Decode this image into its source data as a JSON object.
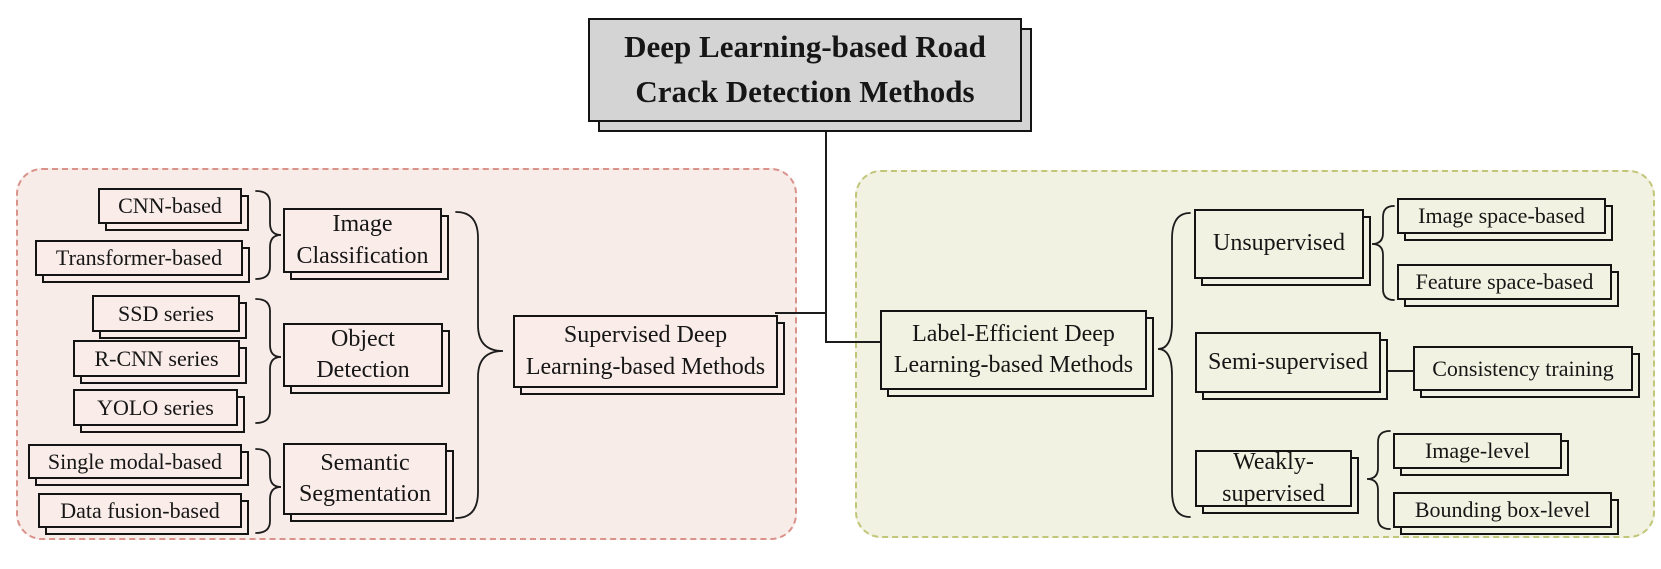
{
  "diagram": {
    "root": {
      "label": "Deep Learning-based Road\nCrack Detection Methods"
    },
    "supervised_branch": {
      "root": {
        "label": "Supervised Deep\nLearning-based Methods"
      },
      "groups": [
        {
          "category": {
            "label": "Image\nClassification"
          },
          "leaves": [
            {
              "label": "CNN-based"
            },
            {
              "label": "Transformer-based"
            }
          ]
        },
        {
          "category": {
            "label": "Object\nDetection"
          },
          "leaves": [
            {
              "label": "SSD series"
            },
            {
              "label": "R-CNN series"
            },
            {
              "label": "YOLO series"
            }
          ]
        },
        {
          "category": {
            "label": "Semantic\nSegmentation"
          },
          "leaves": [
            {
              "label": "Single modal-based"
            },
            {
              "label": "Data fusion-based"
            }
          ]
        }
      ]
    },
    "label_efficient_branch": {
      "root": {
        "label": "Label-Efficient Deep\nLearning-based Methods"
      },
      "groups": [
        {
          "category": {
            "label": "Unsupervised"
          },
          "leaves": [
            {
              "label": "Image space-based"
            },
            {
              "label": "Feature space-based"
            }
          ]
        },
        {
          "category": {
            "label": "Semi-supervised"
          },
          "leaves": [
            {
              "label": "Consistency training"
            }
          ]
        },
        {
          "category": {
            "label": "Weakly-\nsupervised"
          },
          "leaves": [
            {
              "label": "Image-level"
            },
            {
              "label": "Bounding box-level"
            }
          ]
        }
      ]
    },
    "colors": {
      "title_fill": "#d4d4d4",
      "left_panel_fill": "#f8ece9",
      "left_panel_border": "#d9938b",
      "right_panel_fill": "#f2f2e2",
      "right_panel_border": "#c2c679",
      "node_border": "#141414",
      "connector": "#1c1c1c"
    }
  }
}
